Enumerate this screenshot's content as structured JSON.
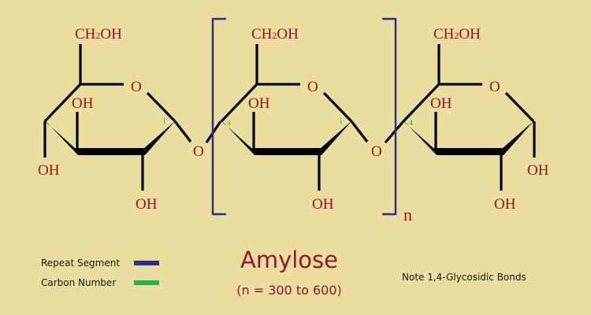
{
  "diagram": {
    "title": "Amylose",
    "subtitle": "(n = 300 to 600)",
    "note": "Note 1,4-Glycosidic Bonds",
    "repeat_subscript": "n",
    "labels": {
      "ch2oh_prefix": "CH",
      "ch2oh_sub": "2",
      "ch2oh_suffix": "OH",
      "ring_oxygen": "O",
      "hydroxyl": "OH",
      "glycosidic_oxygen": "O",
      "carbon_1": "1",
      "carbon_4": "4"
    },
    "legend": [
      {
        "label": "Repeat Segment",
        "color": "#2b2f8f"
      },
      {
        "label": "Carbon Number",
        "color": "#22b14c"
      }
    ]
  }
}
